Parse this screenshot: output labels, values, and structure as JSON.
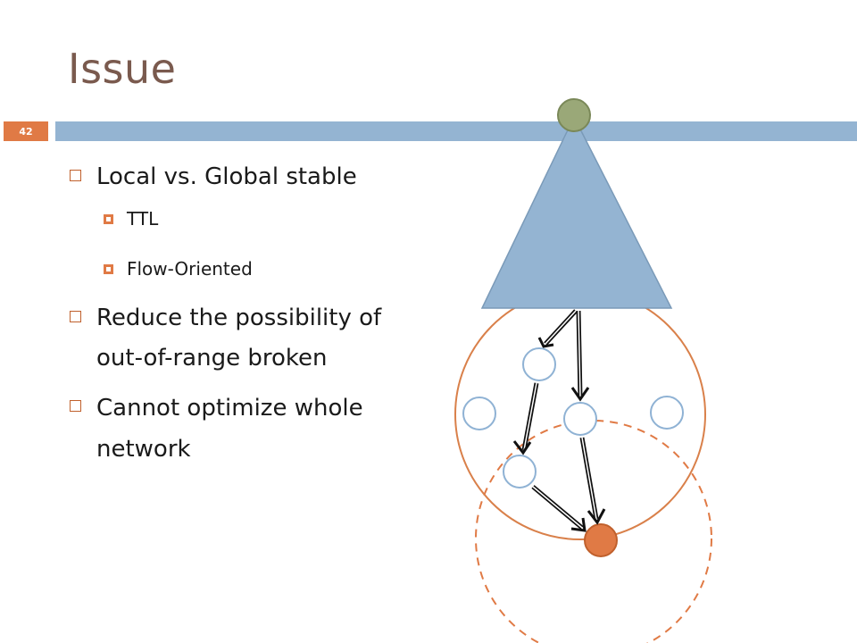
{
  "slide": {
    "title": "Issue",
    "page_number": "42"
  },
  "bullets": {
    "b1": "Local vs. Global stable",
    "b1_sub1": "TTL",
    "b1_sub2": "Flow-Oriented",
    "b2": "Reduce the possibility of out-of-range broken",
    "b3": "Cannot optimize whole network"
  },
  "colors": {
    "accent_orange": "#e07a45",
    "header_blue": "#94b4d2",
    "title_brown": "#7a5a4e",
    "root_node_green": "#9aa878",
    "sink_node_orange": "#e07a45",
    "node_outline_blue": "#7fa6cc"
  }
}
